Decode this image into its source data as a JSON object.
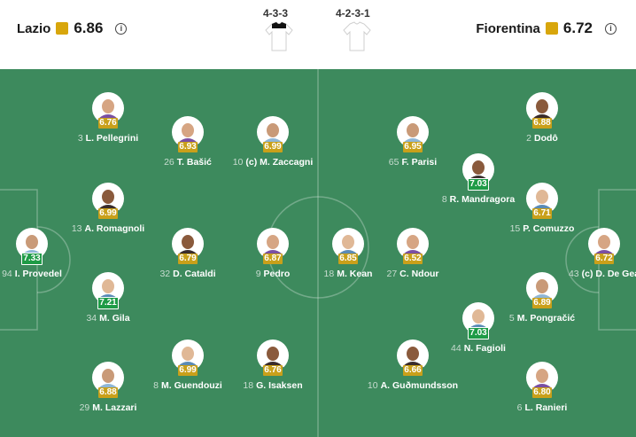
{
  "home": {
    "name": "Lazio",
    "rating": "6.86",
    "formation": "4-3-3"
  },
  "away": {
    "name": "Fiorentina",
    "rating": "6.72",
    "formation": "4-2-3-1"
  },
  "colors": {
    "pitch": "#3d8a5d",
    "rating_gold": "#c9a01a",
    "rating_green": "#1e9b46"
  },
  "home_players": [
    {
      "num": "94",
      "name": "I. Provedel",
      "rating": "7.33",
      "highlight": true
    },
    {
      "num": "3",
      "name": "L. Pellegrini",
      "rating": "6.76",
      "highlight": false
    },
    {
      "num": "13",
      "name": "A. Romagnoli",
      "rating": "6.99",
      "highlight": false
    },
    {
      "num": "34",
      "name": "M. Gila",
      "rating": "7.21",
      "highlight": true
    },
    {
      "num": "29",
      "name": "M. Lazzari",
      "rating": "6.88",
      "highlight": false
    },
    {
      "num": "26",
      "name": "T. Bašić",
      "rating": "6.93",
      "highlight": false
    },
    {
      "num": "32",
      "name": "D. Cataldi",
      "rating": "6.79",
      "highlight": false
    },
    {
      "num": "8",
      "name": "M. Guendouzi",
      "rating": "6.99",
      "highlight": false
    },
    {
      "num": "10",
      "name": "(c) M. Zaccagni",
      "rating": "6.99",
      "highlight": false
    },
    {
      "num": "9",
      "name": "Pedro",
      "rating": "6.87",
      "highlight": false
    },
    {
      "num": "18",
      "name": "G. Isaksen",
      "rating": "6.76",
      "highlight": false
    }
  ],
  "away_players": [
    {
      "num": "43",
      "name": "(c) D. De Gea",
      "rating": "6.72",
      "highlight": false
    },
    {
      "num": "2",
      "name": "Dodô",
      "rating": "6.88",
      "highlight": false
    },
    {
      "num": "15",
      "name": "P. Comuzzo",
      "rating": "6.71",
      "highlight": false
    },
    {
      "num": "5",
      "name": "M. Pongračić",
      "rating": "6.89",
      "highlight": false
    },
    {
      "num": "6",
      "name": "L. Ranieri",
      "rating": "6.80",
      "highlight": false
    },
    {
      "num": "8",
      "name": "R. Mandragora",
      "rating": "7.03",
      "highlight": true
    },
    {
      "num": "44",
      "name": "N. Fagioli",
      "rating": "7.03",
      "highlight": true
    },
    {
      "num": "65",
      "name": "F. Parisi",
      "rating": "6.95",
      "highlight": false
    },
    {
      "num": "27",
      "name": "C. Ndour",
      "rating": "6.52",
      "highlight": false
    },
    {
      "num": "10",
      "name": "A. Guðmundsson",
      "rating": "6.66",
      "highlight": false
    },
    {
      "num": "18",
      "name": "M. Kean",
      "rating": "6.85",
      "highlight": false
    }
  ]
}
